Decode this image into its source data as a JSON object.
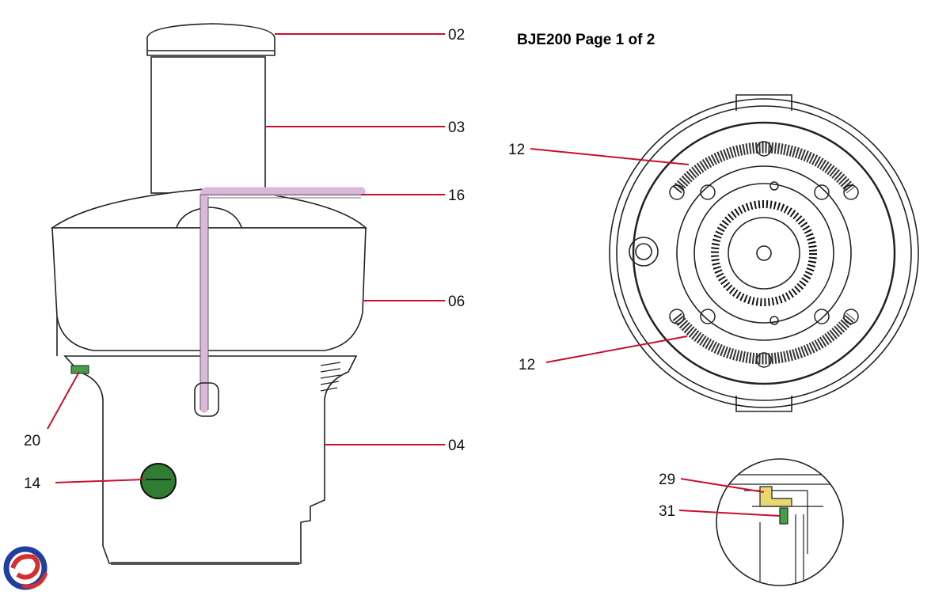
{
  "title": "BJE200 Page 1 of 2",
  "callouts": {
    "c02": "02",
    "c03": "03",
    "c16": "16",
    "c06": "06",
    "c20": "20",
    "c04": "04",
    "c14": "14",
    "c12a": "12",
    "c12b": "12",
    "c29": "29",
    "c31": "31"
  },
  "colors": {
    "leader": "#c8102e",
    "tube_highlight": "#d9b8d9",
    "switch_green": "#2e7d32",
    "seal_green": "#43a047",
    "gasket_yellow": "#e8d870",
    "logo_blue": "#1f3f9f",
    "logo_red": "#d32f2f"
  },
  "icons": {
    "logo": "brand-swirl-logo"
  }
}
